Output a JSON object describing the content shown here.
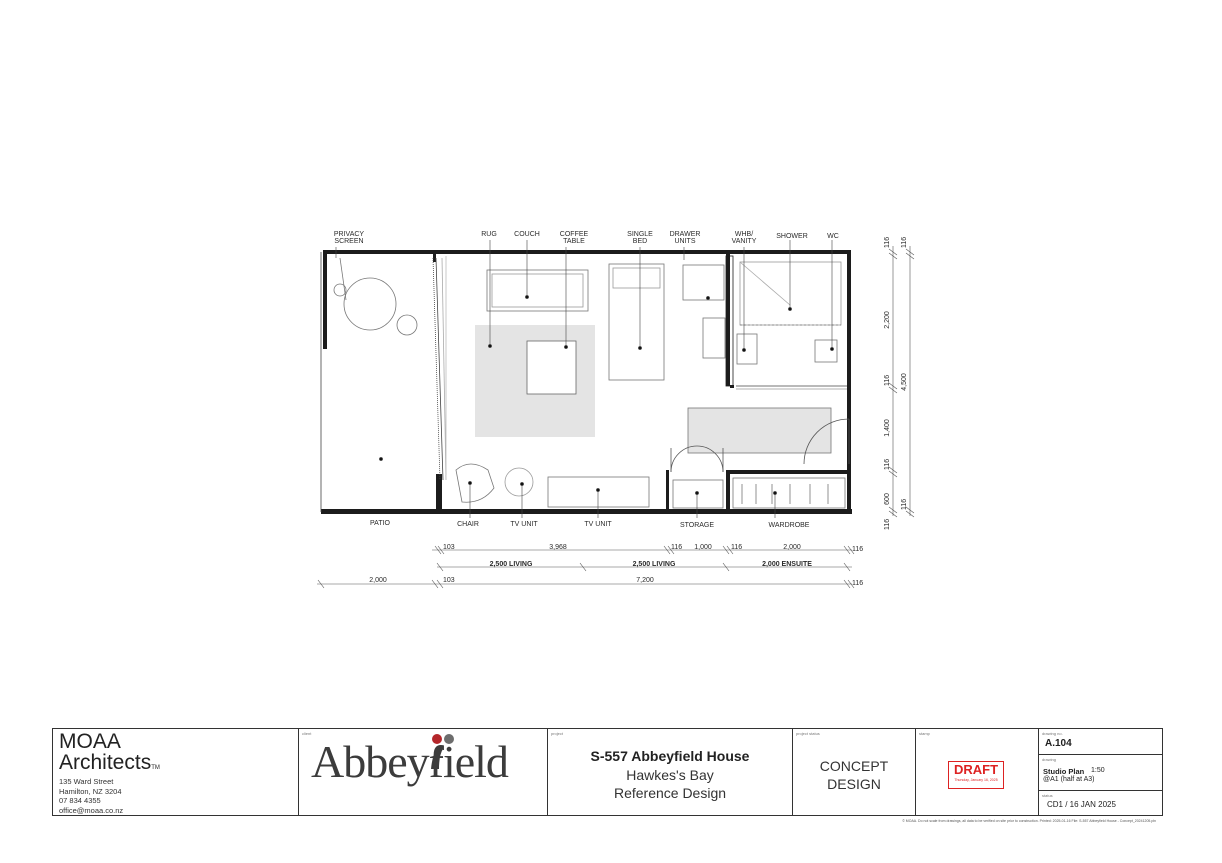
{
  "plan": {
    "labels_top": {
      "privacy_screen": [
        "PRIVACY",
        "SCREEN"
      ],
      "rug": "RUG",
      "couch": "COUCH",
      "coffee_table": [
        "COFFEE",
        "TABLE"
      ],
      "single_bed": [
        "SINGLE",
        "BED"
      ],
      "drawer_units": [
        "DRAWER",
        "UNITS"
      ],
      "whb_vanity": [
        "WHB/",
        "VANITY"
      ],
      "shower": "SHOWER",
      "wc": "WC"
    },
    "labels_bottom": {
      "patio": "PATIO",
      "chair": "CHAIR",
      "tv_unit_1": "TV UNIT",
      "tv_unit_2": "TV UNIT",
      "storage": "STORAGE",
      "wardrobe": "WARDROBE"
    },
    "dims_horizontal": {
      "row1": [
        "103",
        "3,968",
        "116",
        "1,000",
        "116",
        "2,000",
        "116"
      ],
      "row2": [
        "2,500 LIVING",
        "2,500 LIVING",
        "2,000 ENSUITE"
      ],
      "row3": [
        "2,000",
        "103",
        "7,200",
        "116"
      ]
    },
    "dims_vertical": {
      "inner": [
        "116",
        "2,200",
        "116",
        "1,400",
        "116",
        "600",
        "116"
      ],
      "outer": [
        "116",
        "4,500",
        "116"
      ]
    }
  },
  "title_block": {
    "architect": {
      "name_line1": "MOAA",
      "name_line2": "Architects",
      "tm": "TM",
      "address": [
        "135 Ward Street",
        "Hamilton, NZ 3204",
        "07 834 4355",
        "office@moaa.co.nz"
      ]
    },
    "client": {
      "caption": "client",
      "logo_text": "Abbeyfield"
    },
    "project": {
      "caption": "project",
      "title": "S-557 Abbeyfield House",
      "line2": "Hawkes's Bay",
      "line3": "Reference Design"
    },
    "project_status": {
      "caption": "project status",
      "text": [
        "CONCEPT",
        "DESIGN"
      ]
    },
    "stamp": {
      "caption": "stamp",
      "word": "DRAFT",
      "date": "Thursday, January 16, 2025"
    },
    "drawing": {
      "no_caption": "drawing no.",
      "no": "A.104",
      "caption": "drawing",
      "title": "Studio Plan",
      "scale": "1:50",
      "paper": "@A1 (half at A3)",
      "status_caption": "status",
      "status": "CD1  /  16 JAN 2025"
    },
    "footer_note": "© MOAA. Do not scale from drawings, all data to be verified on site prior to construction. Printed: 2025-01-16 File: S-557 Abbeyfield House - Concept_20241205.pln"
  },
  "colors": {
    "wall": "#1c1c1c",
    "rug": "#e4e4e4",
    "stamp": "#dd2222",
    "line": "#555555"
  }
}
